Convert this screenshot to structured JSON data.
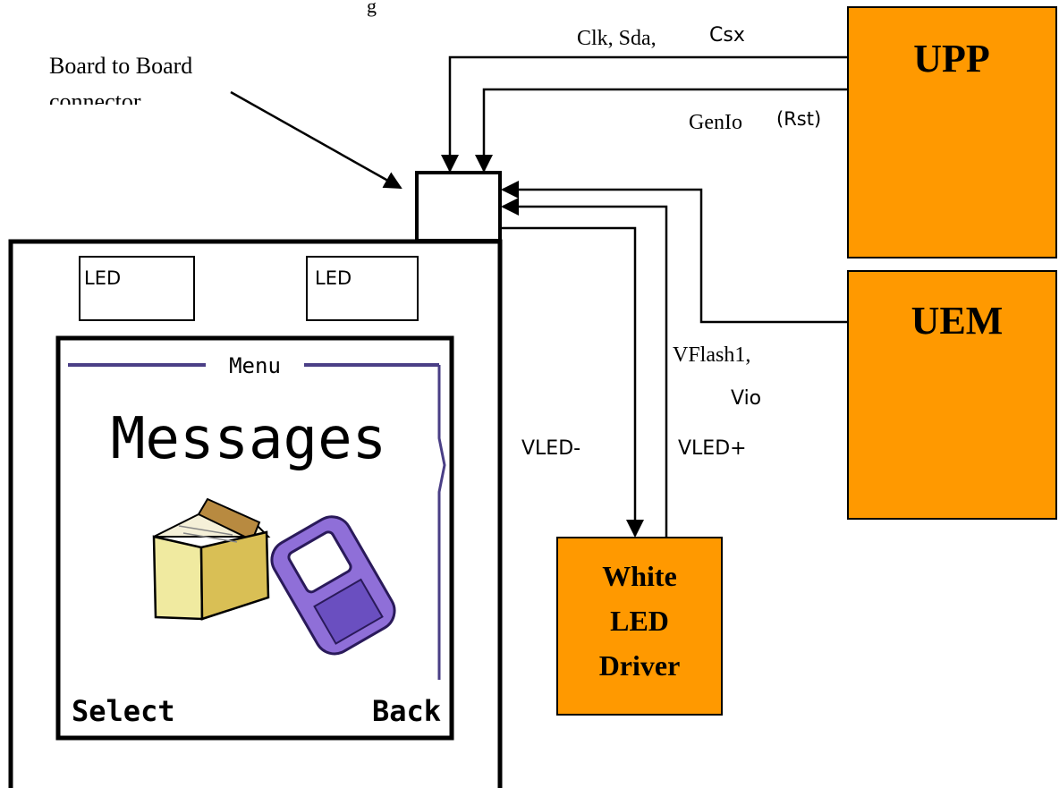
{
  "colors": {
    "block_fill": "#ff9900",
    "line": "#000000",
    "lcd_frame": "#4a3f86"
  },
  "header_fragment": "g",
  "connector_label": {
    "line1": "Board to Board",
    "line2": "connector"
  },
  "signals": {
    "clk_sda": "Clk, Sda,",
    "csx": "Csx",
    "genio": "GenIo",
    "rst": "(Rst)",
    "vflash": "VFlash1,",
    "vio": "Vio",
    "vled_minus": "VLED-",
    "vled_plus": "VLED+"
  },
  "blocks": {
    "upp": "UPP",
    "uem": "UEM",
    "driver": {
      "line1": "White",
      "line2": "LED",
      "line3": "Driver"
    }
  },
  "phone": {
    "led_left": "LED",
    "led_right": "LED",
    "screen": {
      "menu_title": "Menu",
      "heading": "Messages",
      "softkey_left": "Select",
      "softkey_right": "Back",
      "icon": "envelope-phone-icon"
    }
  }
}
